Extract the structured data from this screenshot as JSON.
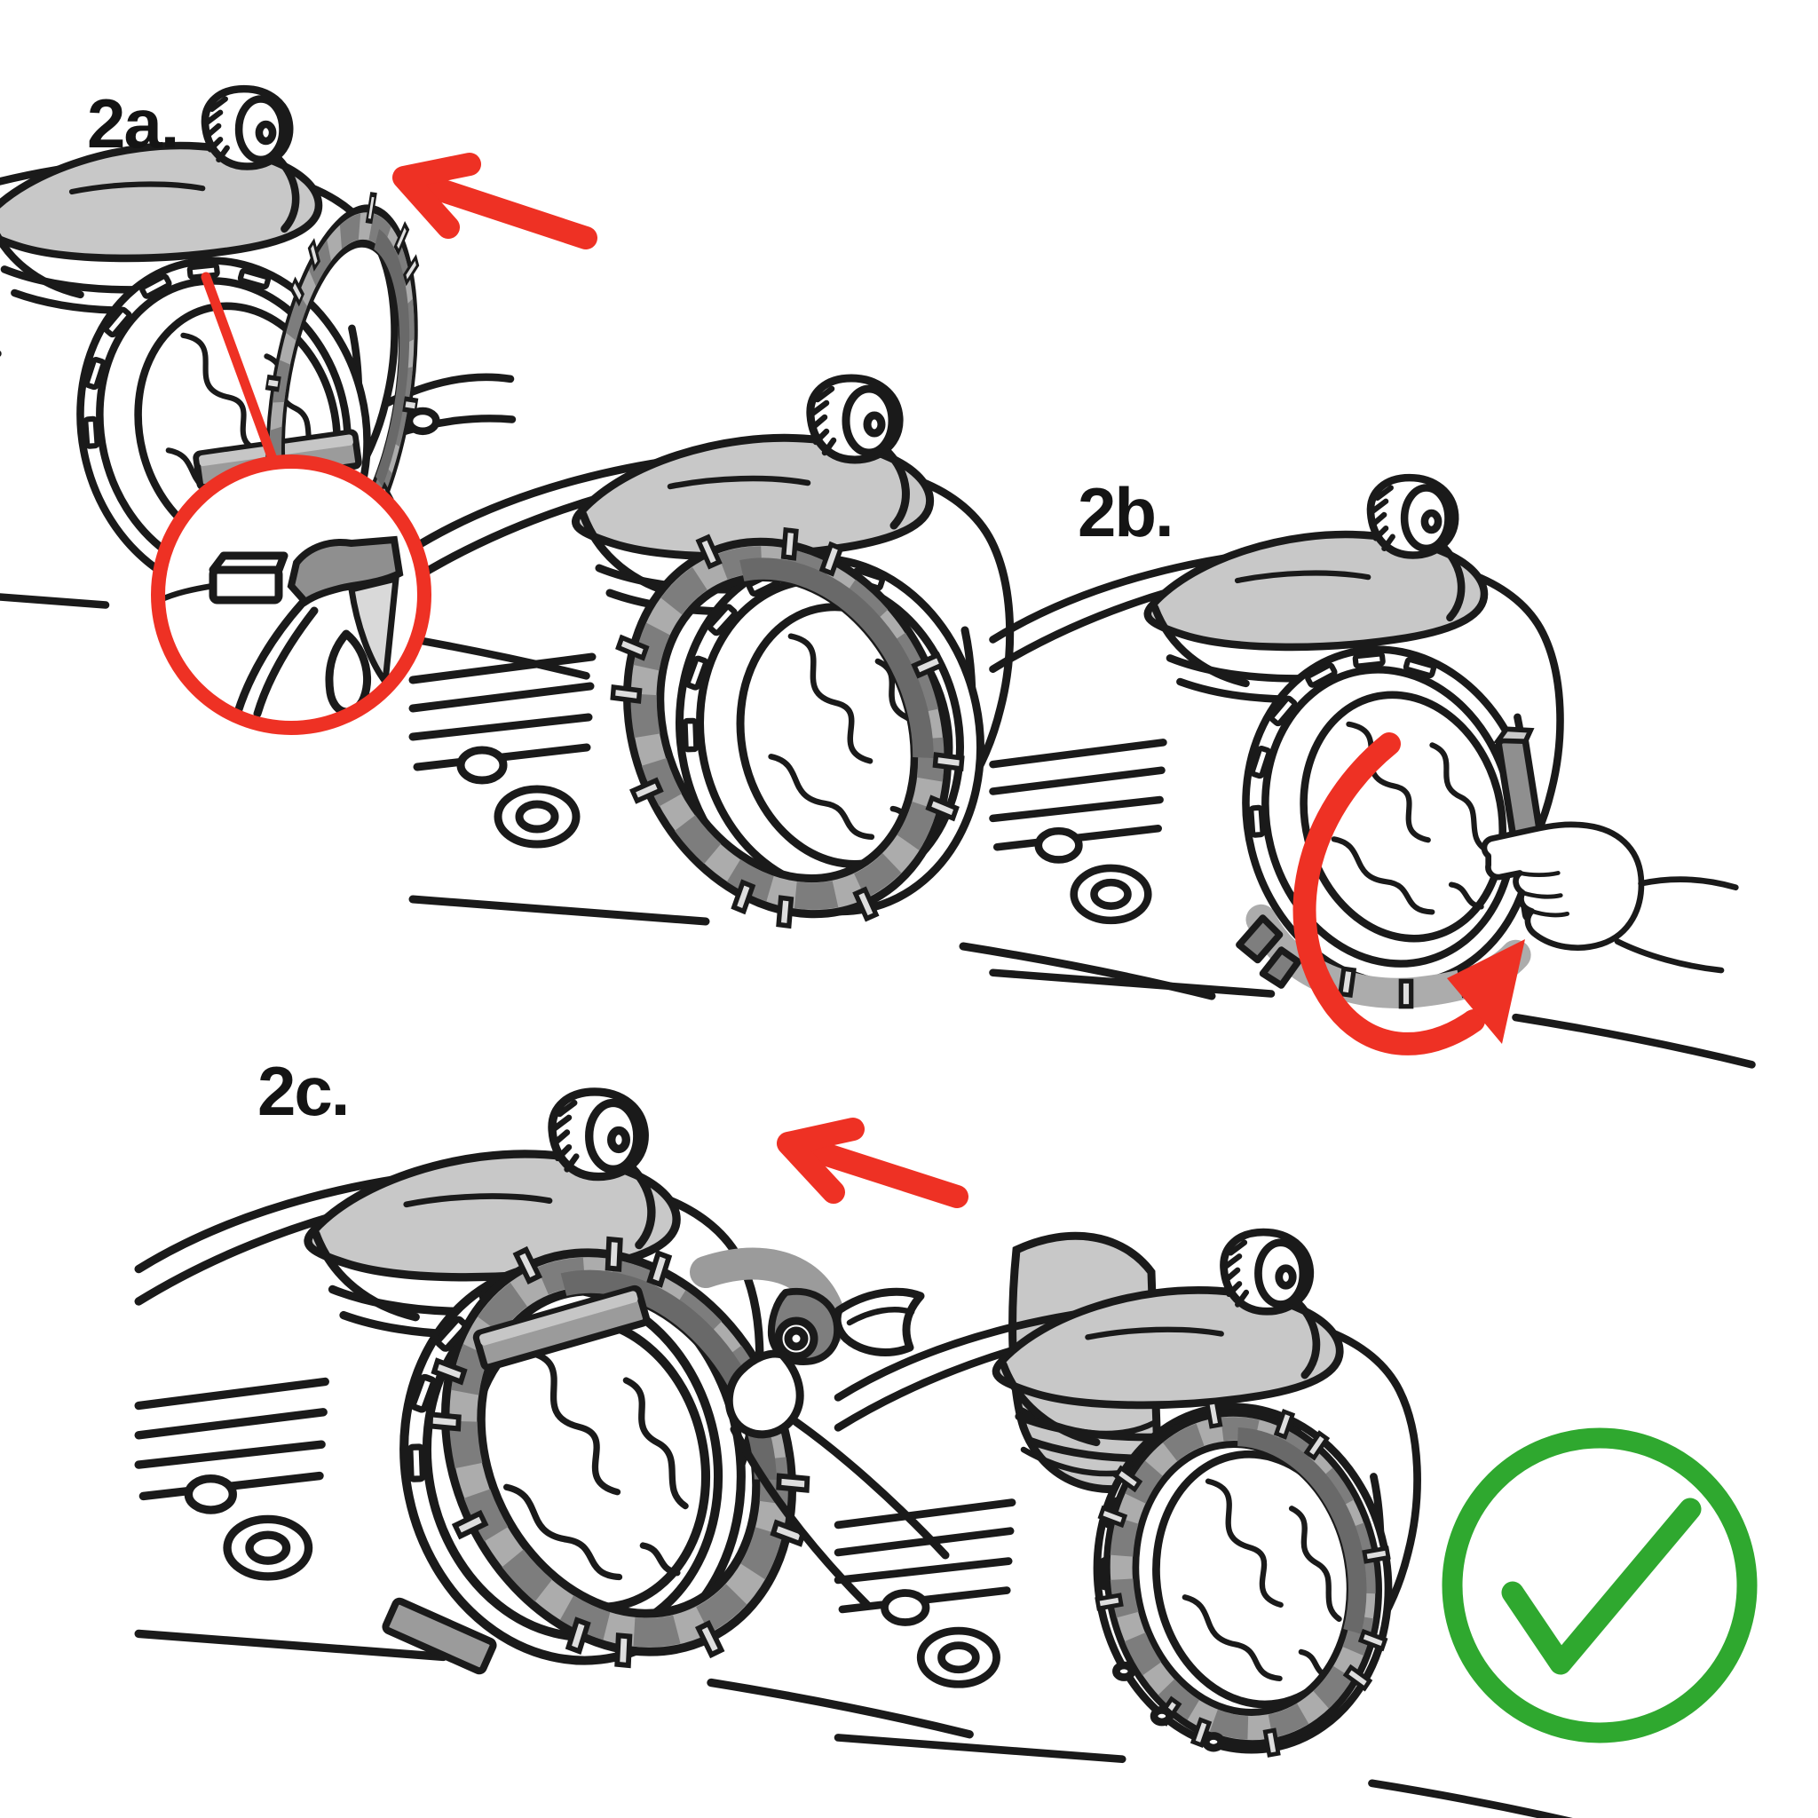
{
  "page": {
    "kind": "assembly-instruction-figure",
    "background": "#ffffff",
    "subject": "robot-mower-wheel-traction-ring-installation"
  },
  "steps": [
    {
      "id": "2a",
      "label": "2a."
    },
    {
      "id": "2b",
      "label": "2b."
    },
    {
      "id": "2c",
      "label": "2c."
    }
  ],
  "annotations": {
    "step2a_arrow": "pull-ring-off-direction-upper-left",
    "step2a_callout": "magnified-clip-detail",
    "step2b_arrow": "rotate-ring-counterclockwise",
    "step2c_arrow": "pull-strap-upper-left",
    "result": "correct-result-check"
  },
  "colors": {
    "annotation_red": "#EE3124",
    "success_green": "#2FA82F",
    "outline": "#1A1A1A",
    "cloth_gray": "#C8C8C8",
    "ring_gray": "#ACACAC",
    "ring_segment_gray": "#7D7D7D",
    "stud_gray": "#DEDEDE"
  }
}
